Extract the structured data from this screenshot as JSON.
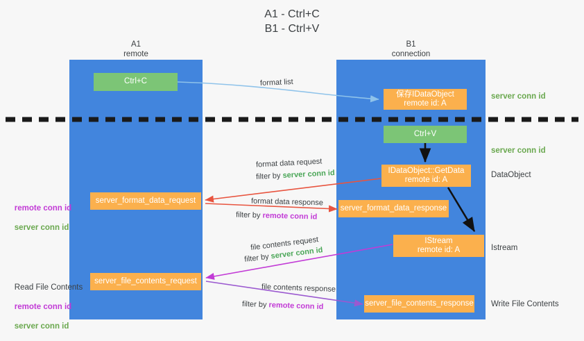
{
  "title": "A1 - Ctrl+C\nB1 - Ctrl+V",
  "lanes": [
    {
      "id": "a1",
      "name": "A1",
      "sub": "remote",
      "header": "A1\nremote"
    },
    {
      "id": "b1",
      "name": "B1",
      "sub": "connection",
      "header": "B1\nconnection"
    }
  ],
  "nodes": {
    "ctrl_c": "Ctrl+C",
    "ctrl_v": "Ctrl+V",
    "idataobject": "保存IDataObject\nremote id: A",
    "getdata": "IDataObject::GetData\nremote id: A",
    "istream": "IStream\nremote id: A",
    "server_format_data_request": "server_format_data_request",
    "server_format_data_response": "server_format_data_response",
    "server_file_contents_request": "server_file_contents_request",
    "server_file_contents_response": "server_file_contents_response"
  },
  "side_labels": {
    "server_conn_id_1": "server conn id",
    "server_conn_id_2": "server conn id",
    "dataobject": "DataObject",
    "istream": "Istream",
    "write_file_contents": "Write File Contents"
  },
  "left_labels": {
    "conn_ids_top": {
      "remote": "remote conn id",
      "server": "server conn id"
    },
    "read_file_contents": "Read File Contents",
    "conn_ids_bottom": {
      "remote": "remote conn id",
      "server": "server conn id"
    }
  },
  "edge_labels": {
    "format_list": "format list",
    "format_data_request": "format data request",
    "format_data_request_filter_prefix": "filter by ",
    "format_data_request_filter_value": "server conn id",
    "format_data_response": "format data response",
    "format_data_response_filter_prefix": "filter by ",
    "format_data_response_filter_value": "remote conn id",
    "file_contents_request": "file contents request",
    "file_contents_request_filter_prefix": "filter by ",
    "file_contents_request_filter_value": "server conn id",
    "file_contents_response": "file contents response",
    "file_contents_response_filter_prefix": "filter by ",
    "file_contents_response_filter_value": "remote conn id"
  },
  "colors": {
    "lane": "#4285dd",
    "orange": "#fbb04d",
    "green": "#7cc576",
    "server_conn_id": "#6aa84f",
    "remote_conn_id": "#c23bd6",
    "divider": "#1a1a1a",
    "arrow_blue": "#8fc3ea",
    "arrow_red": "#e8543f",
    "arrow_magenta": "#c23bd6",
    "arrow_purple": "#9b59d0",
    "arrow_black": "#111111"
  }
}
